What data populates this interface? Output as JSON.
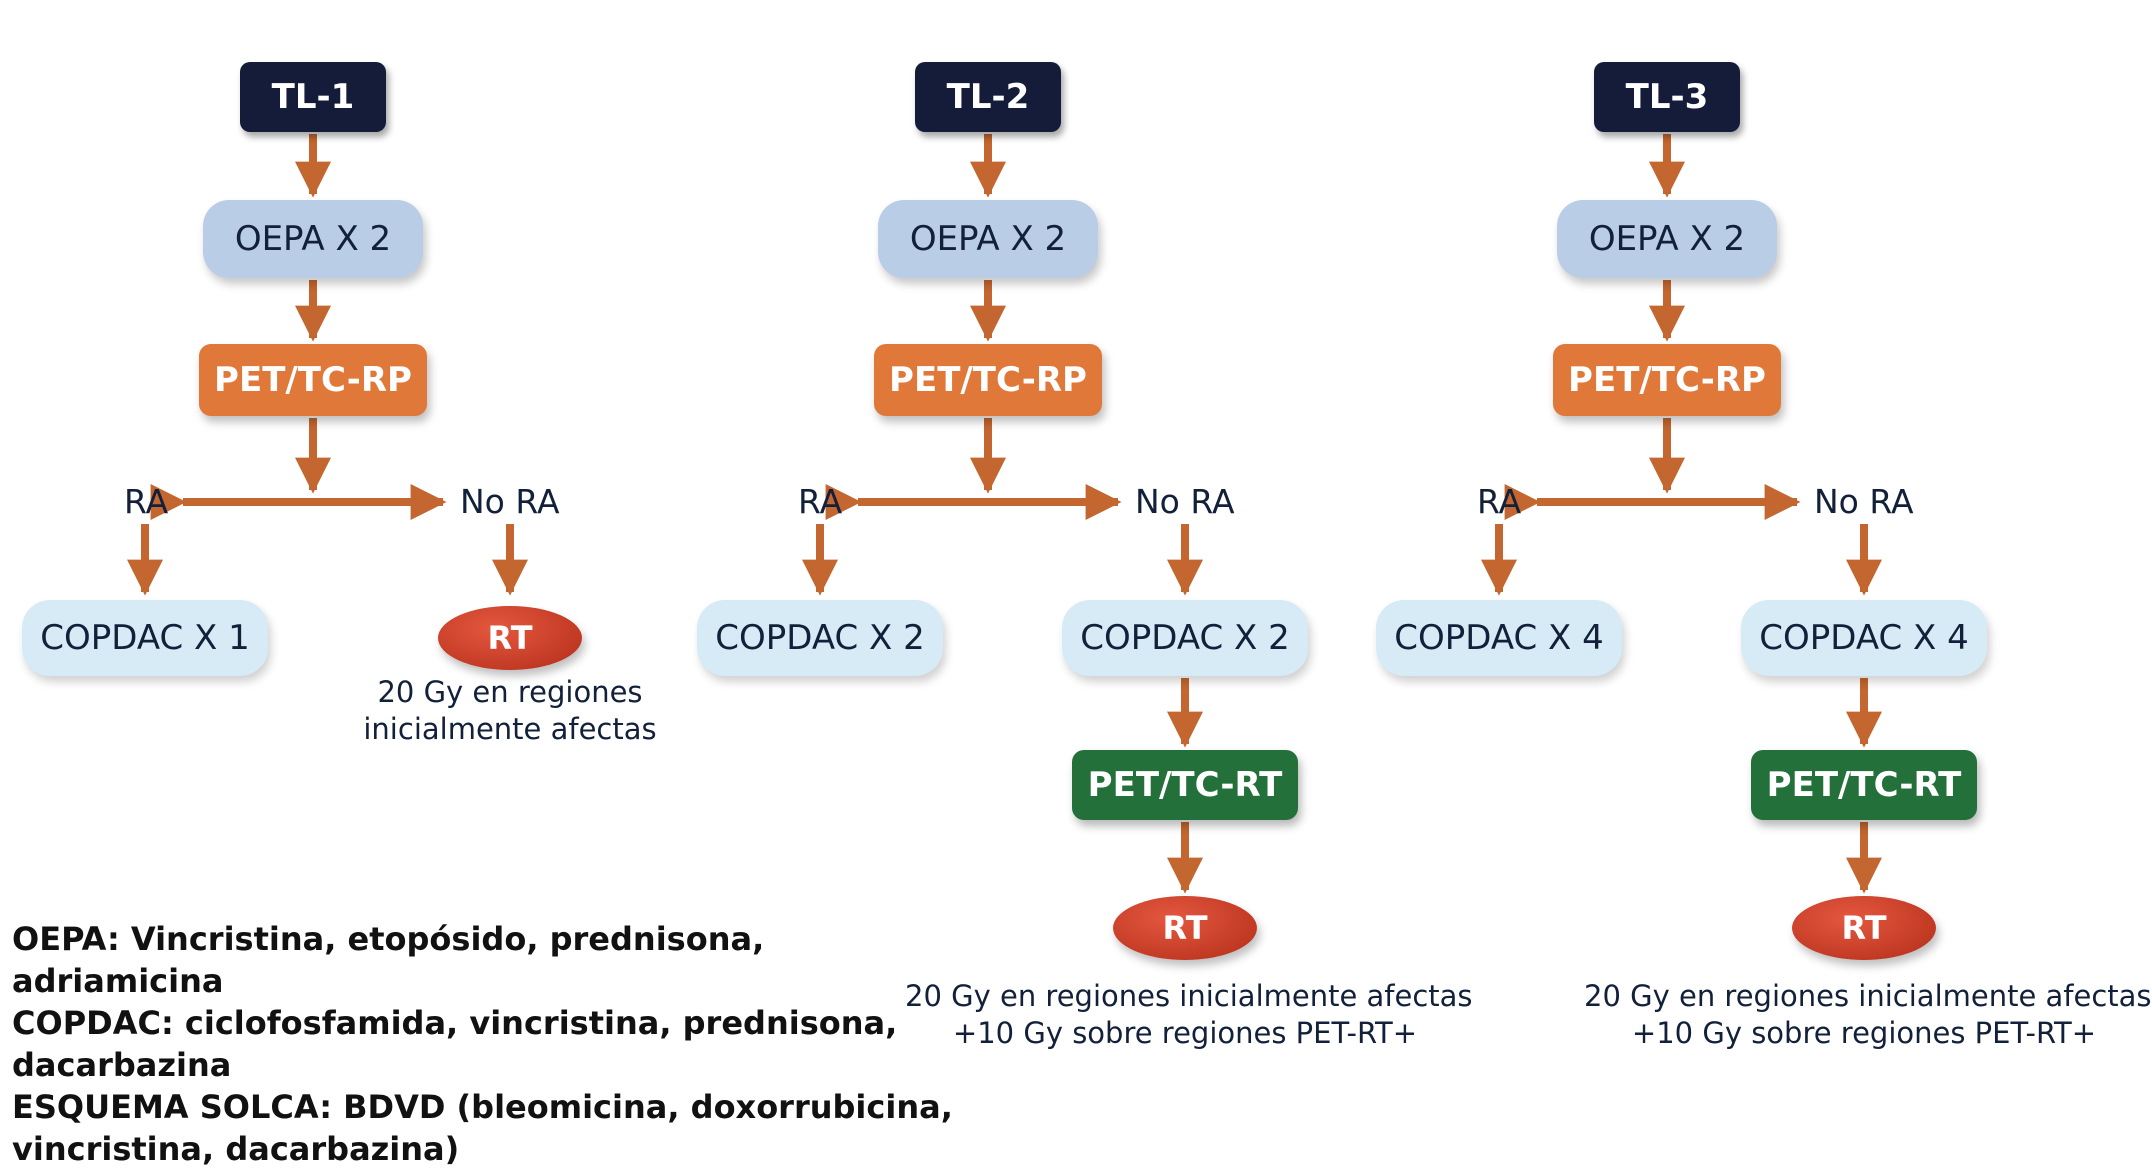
{
  "colors": {
    "arrow": "#c4662f",
    "tl_box": "#141c3a",
    "oepa_box": "#b9cde6",
    "pet_rp_box": "#e0783a",
    "pet_rt_box": "#23703b",
    "copdac_box": "#d6ebf6",
    "rt_oval": "#c23a24"
  },
  "columns": [
    {
      "tl": "TL-1",
      "induction": "OEPA X 2",
      "pet_response": "PET/TC-RP",
      "ra_label": "RA",
      "nora_label": "No RA",
      "ra_branch": "COPDAC X 1",
      "nora_rt": "RT",
      "nora_note": [
        "20 Gy en regiones",
        "inicialmente afectas"
      ]
    },
    {
      "tl": "TL-2",
      "induction": "OEPA X 2",
      "pet_response": "PET/TC-RP",
      "ra_label": "RA",
      "nora_label": "No RA",
      "ra_branch": "COPDAC X 2",
      "nora_branch": "COPDAC X 2",
      "pet_rt": "PET/TC-RT",
      "rt": "RT",
      "rt_note": [
        "20 Gy en regiones inicialmente afectas",
        "+10 Gy sobre regiones PET-RT+"
      ]
    },
    {
      "tl": "TL-3",
      "induction": "OEPA X 2",
      "pet_response": "PET/TC-RP",
      "ra_label": "RA",
      "nora_label": "No RA",
      "ra_branch": "COPDAC X 4",
      "nora_branch": "COPDAC X 4",
      "pet_rt": "PET/TC-RT",
      "rt": "RT",
      "rt_note": [
        "20 Gy en regiones inicialmente afectas",
        "+10 Gy sobre regiones PET-RT+"
      ]
    }
  ],
  "legend": [
    "OEPA:  Vincristina, etopósido, prednisona,",
    "adriamicina",
    "COPDAC: ciclofosfamida, vincristina, prednisona,",
    "dacarbazina",
    "ESQUEMA SOLCA: BDVD (bleomicina, doxorrubicina,",
    "vincristina, dacarbazina)"
  ]
}
